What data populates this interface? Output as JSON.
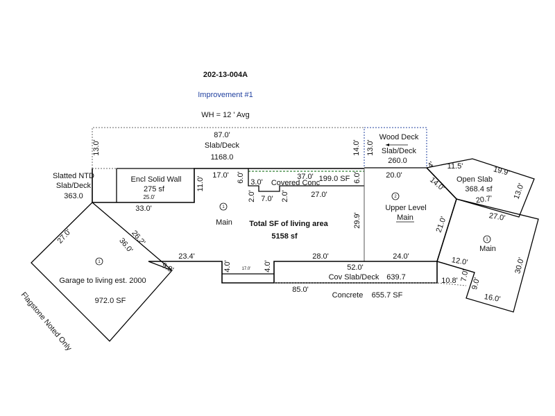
{
  "header": {
    "parcel_id": "202-13-004A",
    "improvement": "Improvement #1",
    "wall_height": "WH = 12 ' Avg"
  },
  "summary": {
    "label": "Total SF of living area",
    "value": "5158 sf"
  },
  "areas": {
    "slab_deck": {
      "name": "Slab/Deck",
      "area": "1168.0"
    },
    "slatted": {
      "name_line1": "Slatted  NTD",
      "name_line2": "Slab/Deck",
      "area": "363.0"
    },
    "encl_wall": {
      "name": "Encl Solid Wall",
      "area": "275 sf",
      "sub": "25.0'"
    },
    "covered_conc": {
      "name": "Covered Conc",
      "area": "199.0 SF"
    },
    "wood_deck": {
      "name": "Wood Deck",
      "name2": "Slab/Deck",
      "area": "260.0"
    },
    "open_slab": {
      "name": "Open Slab",
      "area": "368.4 sf"
    },
    "main_center": {
      "level": "1",
      "name": "Main"
    },
    "upper_level": {
      "level": "2",
      "name": "Upper Level",
      "name2": "Main"
    },
    "main_right": {
      "level": "1",
      "name": "Main"
    },
    "garage": {
      "level": "1",
      "name": "Garage to living est. 2000",
      "area": "972.0 SF"
    },
    "cov_slab_deck": {
      "name": "Cov Slab/Deck",
      "area": "639.7"
    },
    "concrete": {
      "name": "Concrete",
      "area": "655.7 SF"
    }
  },
  "note": "Flagstone Noted Only",
  "dimensions": {
    "top_width": "87.0'",
    "left_height": "13.0'",
    "mid_right_height": "14.0'",
    "deck_height": "13.0'",
    "encl_height": "11.0'",
    "len_17": "17.0'",
    "len_6a": "6.0'",
    "len_3": "3.0'",
    "len_37": "37.0'",
    "len_6b": "6.0'",
    "len_2a": "2.0'",
    "len_7": "7.0'",
    "len_2b": "2.0'",
    "len_27": "27.0'",
    "len_33": "33.0'",
    "deck_width": "20.0'",
    "len_29_9": "29.9'",
    "len_4": "4'",
    "len_11_5": "11.5'",
    "len_19_9": "19.9'",
    "len_14": "14.0'",
    "len_13": "13.0'",
    "len_20_7": "20.7'",
    "len_21": "21.0'",
    "len_27b": "27.0'",
    "len_30": "30.0'",
    "len_24": "24.0'",
    "len_28": "28.0'",
    "len_52": "52.0'",
    "len_23_4": "23.4'",
    "len_4a": "4.0'",
    "len_17_small": "17.0'",
    "len_4b": "4.0'",
    "len_85": "85.0'",
    "len_12": "12.0'",
    "len_7b": "7.0'",
    "len_10_8": "10.8'",
    "len_9": "9.0'",
    "len_16": "16.0'",
    "len_27c": "27.0'",
    "len_26_2": "26.2'",
    "len_36": "36.0'",
    "len_9_8": "9.8'"
  }
}
